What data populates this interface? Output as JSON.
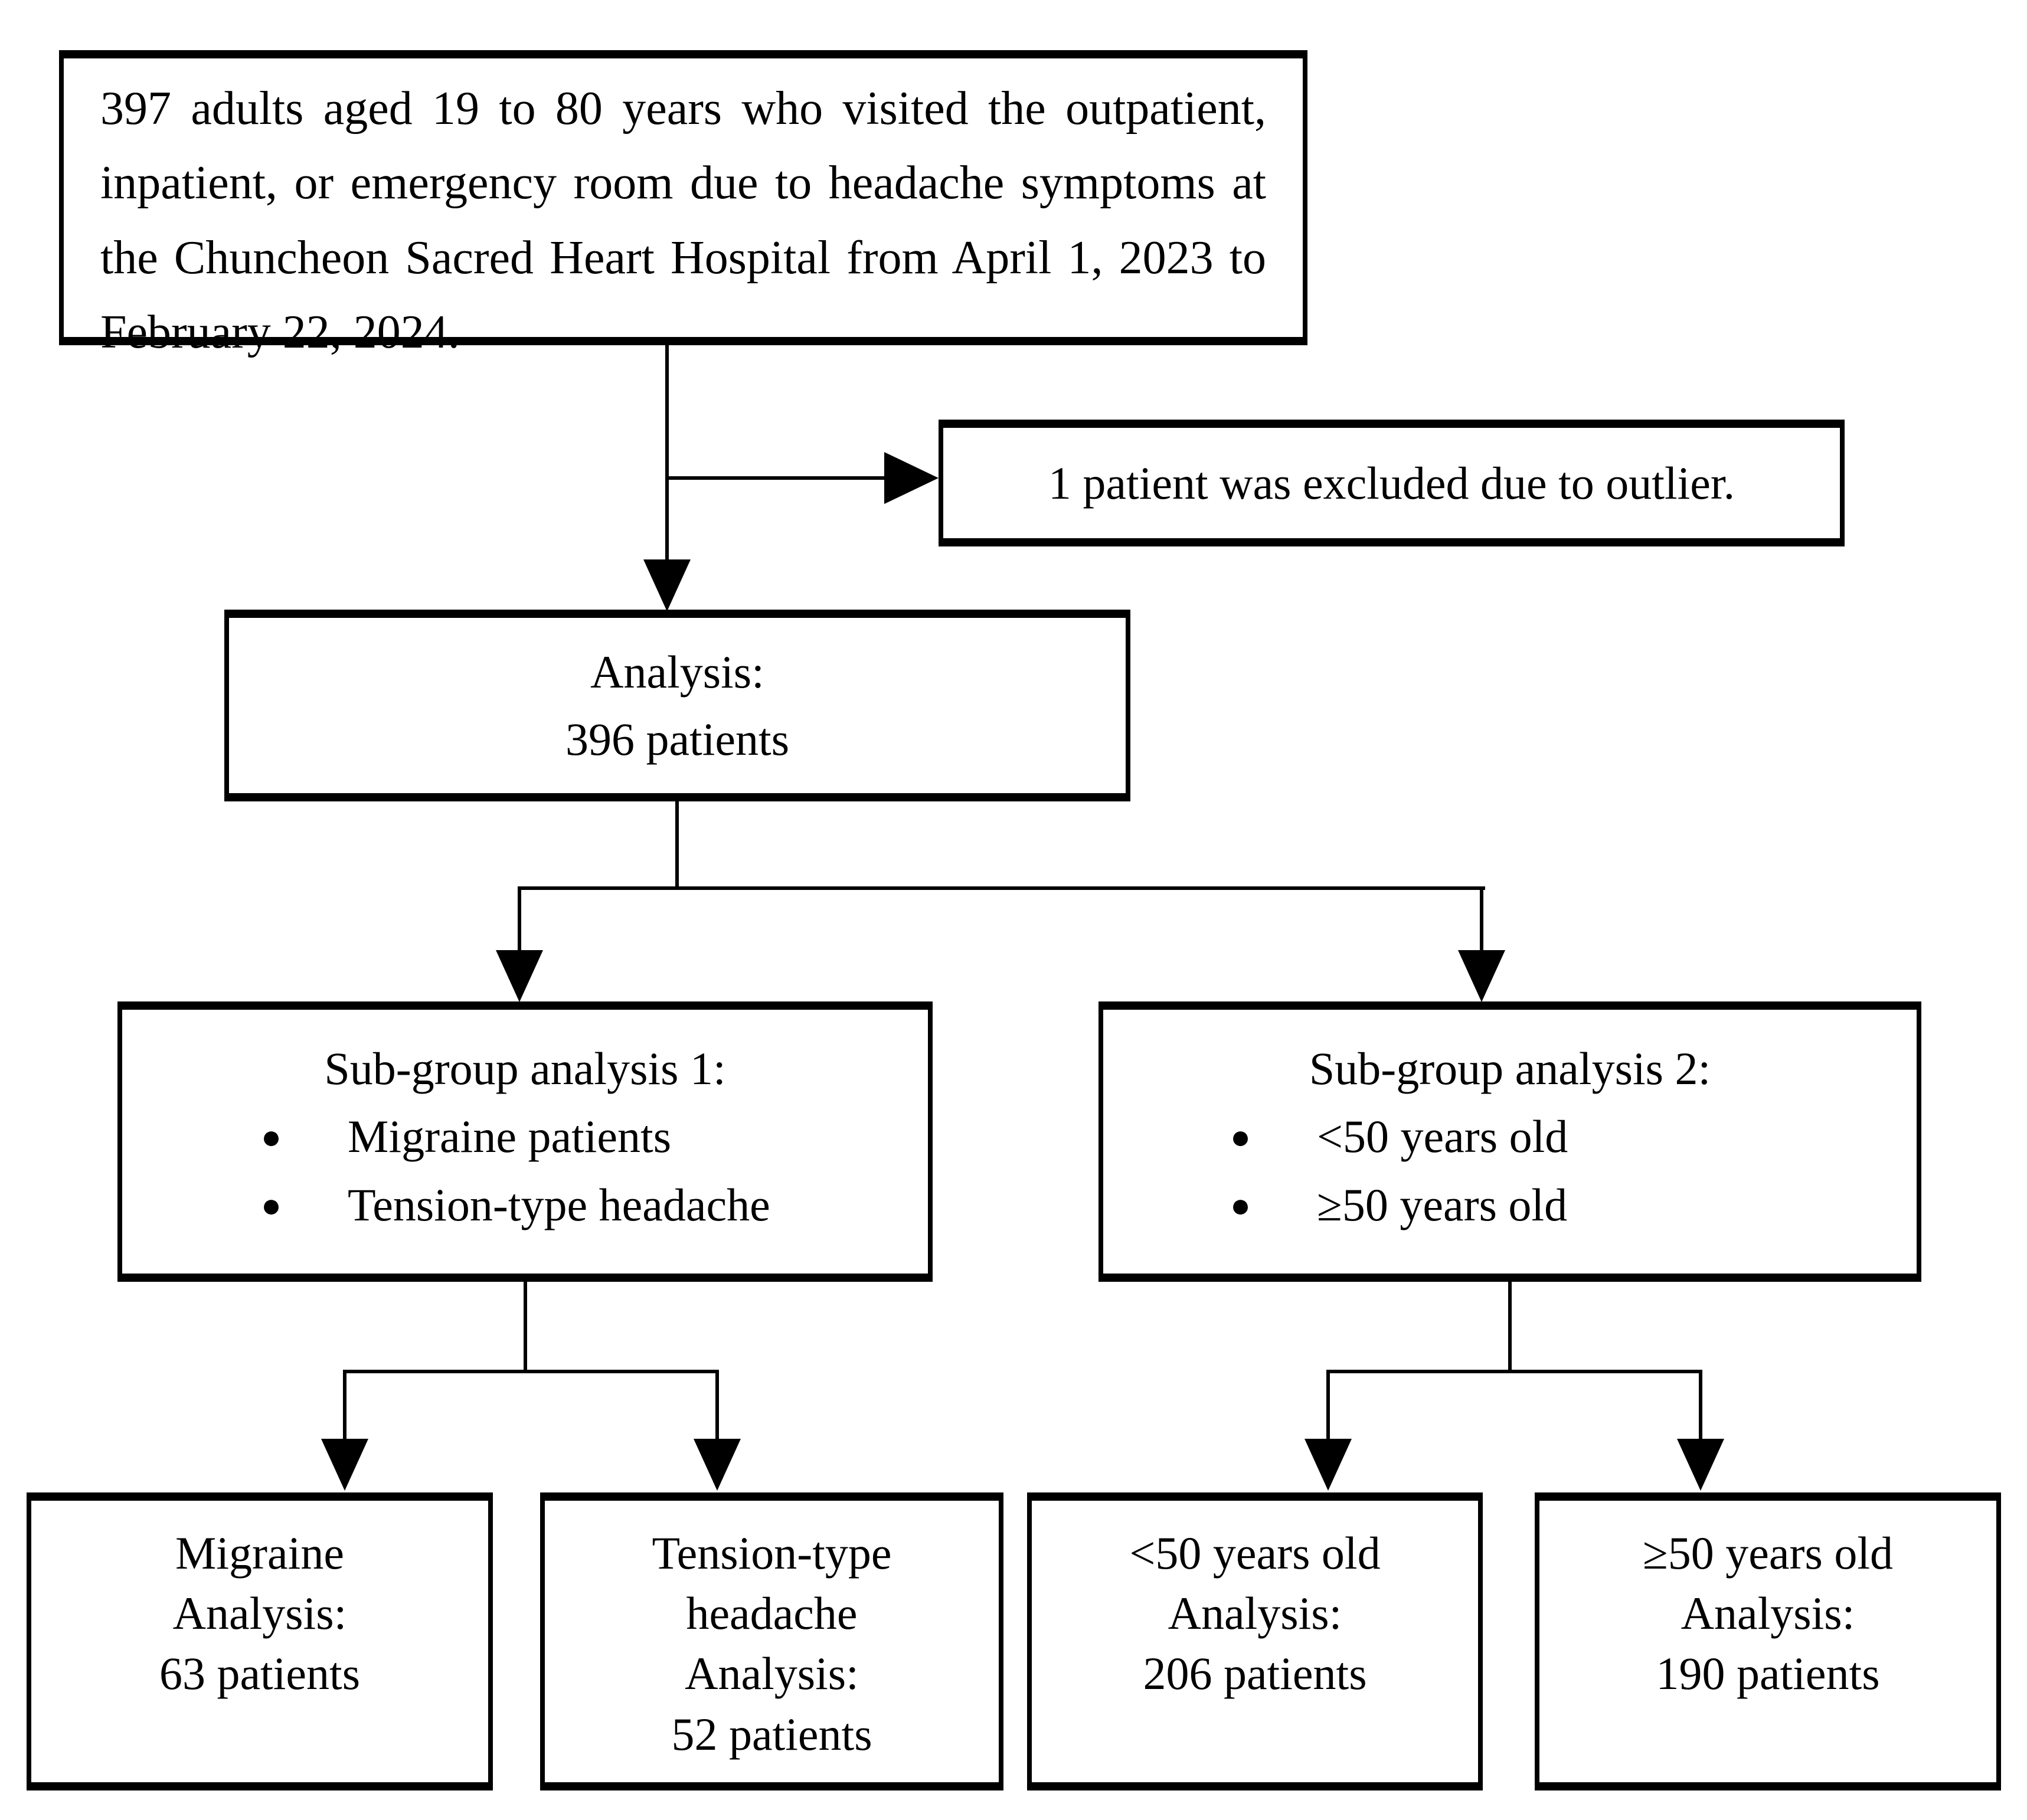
{
  "figure": {
    "bullet_glyph": "●",
    "top_box": {
      "text": "397 adults aged 19 to 80 years who visited the outpatient, inpatient, or emergency room due to headache symptoms at the Chuncheon Sacred Heart Hospital from April 1, 2023 to February 22, 2024."
    },
    "excluded_box": {
      "text": "1 patient was excluded due to outlier."
    },
    "analysis_box": {
      "line1": "Analysis:",
      "line2": "396 patients"
    },
    "subgroup1": {
      "title": "Sub-group analysis 1:",
      "bullets": [
        "Migraine patients",
        "Tension-type headache"
      ]
    },
    "subgroup2": {
      "title": "Sub-group analysis 2:",
      "bullets": [
        "<50 years old",
        "≥50 years old"
      ]
    },
    "outcome_boxes": [
      {
        "lines": [
          "Migraine",
          "Analysis:",
          "63 patients"
        ]
      },
      {
        "lines": [
          "Tension-type",
          "headache",
          "Analysis:",
          "52 patients"
        ]
      },
      {
        "lines": [
          "<50 years old",
          "Analysis:",
          "206 patients"
        ]
      },
      {
        "lines": [
          "≥50 years old",
          "Analysis:",
          "190 patients"
        ]
      }
    ]
  }
}
